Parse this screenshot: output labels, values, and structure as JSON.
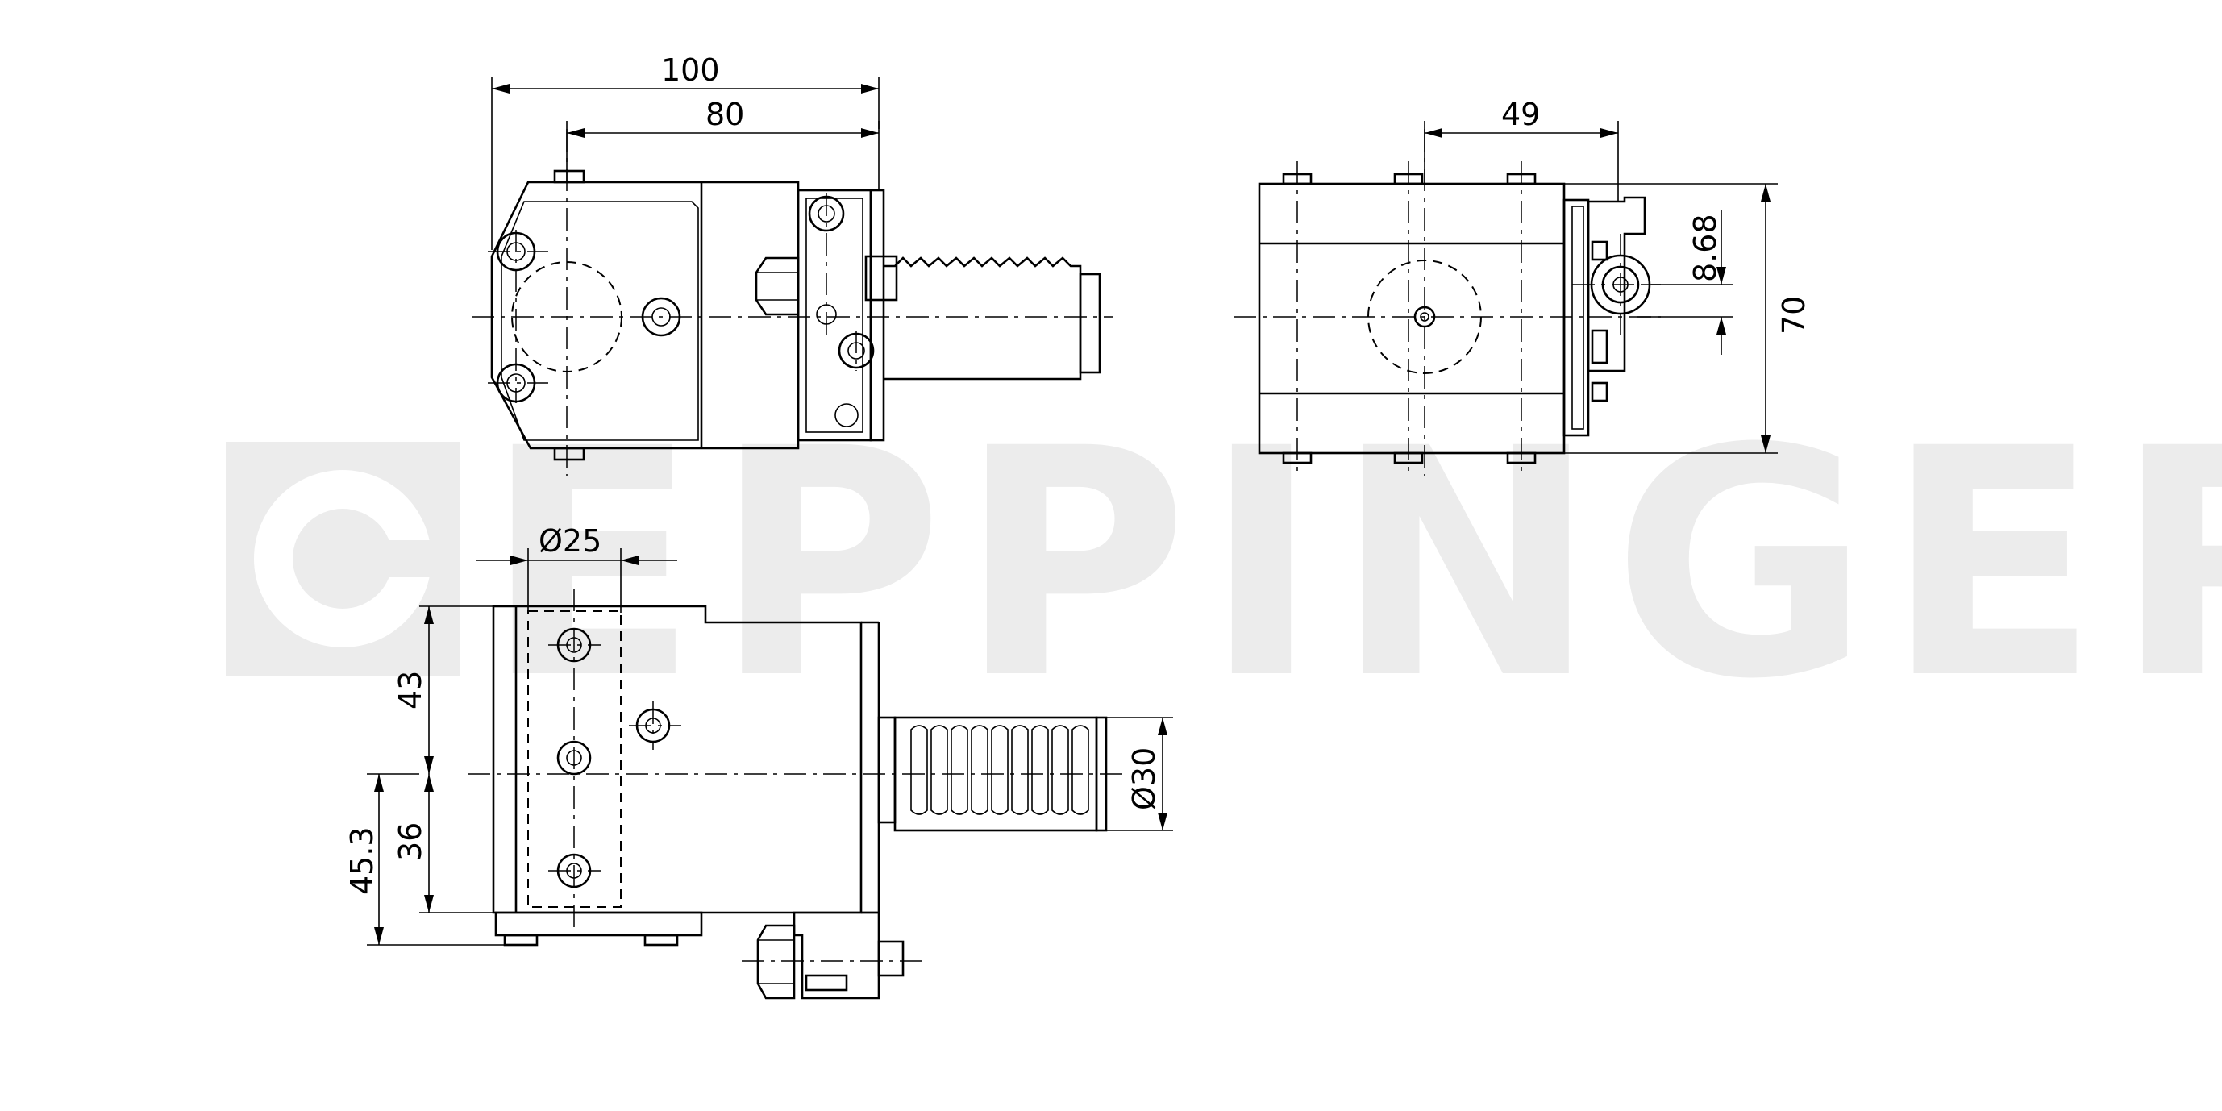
{
  "watermark": {
    "brand_text": "EPPINGER"
  },
  "dimensions": {
    "front_overall_width": "100",
    "front_body_width": "80",
    "side_offset": "49",
    "side_small_offset": "8.68",
    "side_height": "70",
    "bottom_bore_diameter": "Ø25",
    "bottom_upper_height": "43",
    "bottom_lower_height": "36",
    "bottom_total_offset": "45.3",
    "bottom_shank_diameter": "Ø30"
  },
  "colors": {
    "line": "#000000",
    "watermark": "#ececec",
    "background": "#ffffff"
  }
}
